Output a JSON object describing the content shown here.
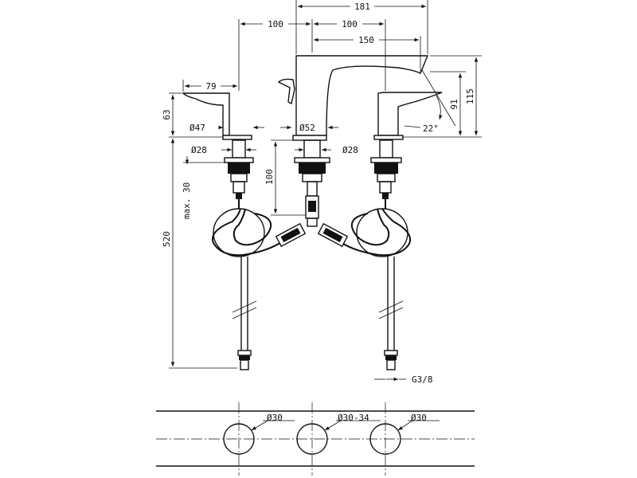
{
  "dimensions": {
    "overall_width": "181",
    "spout_left_offset": "100",
    "spout_right_offset": "100",
    "spout_reach": "150",
    "handle_length": "79",
    "spout_height": "115",
    "spout_outlet_height": "91",
    "spout_angle": "22°",
    "handle_height": "63",
    "handle_base_dia": "Ø47",
    "spout_base_dia": "Ø52",
    "shank_left_dia": "Ø28",
    "shank_right_dia": "Ø28",
    "shank_length": "100",
    "max_counter_thickness": "max. 30",
    "hose_length": "520",
    "connection_thread": "G3/8",
    "hole_left": "Ø30",
    "hole_middle": "Ø30-34",
    "hole_right": "Ø30"
  }
}
